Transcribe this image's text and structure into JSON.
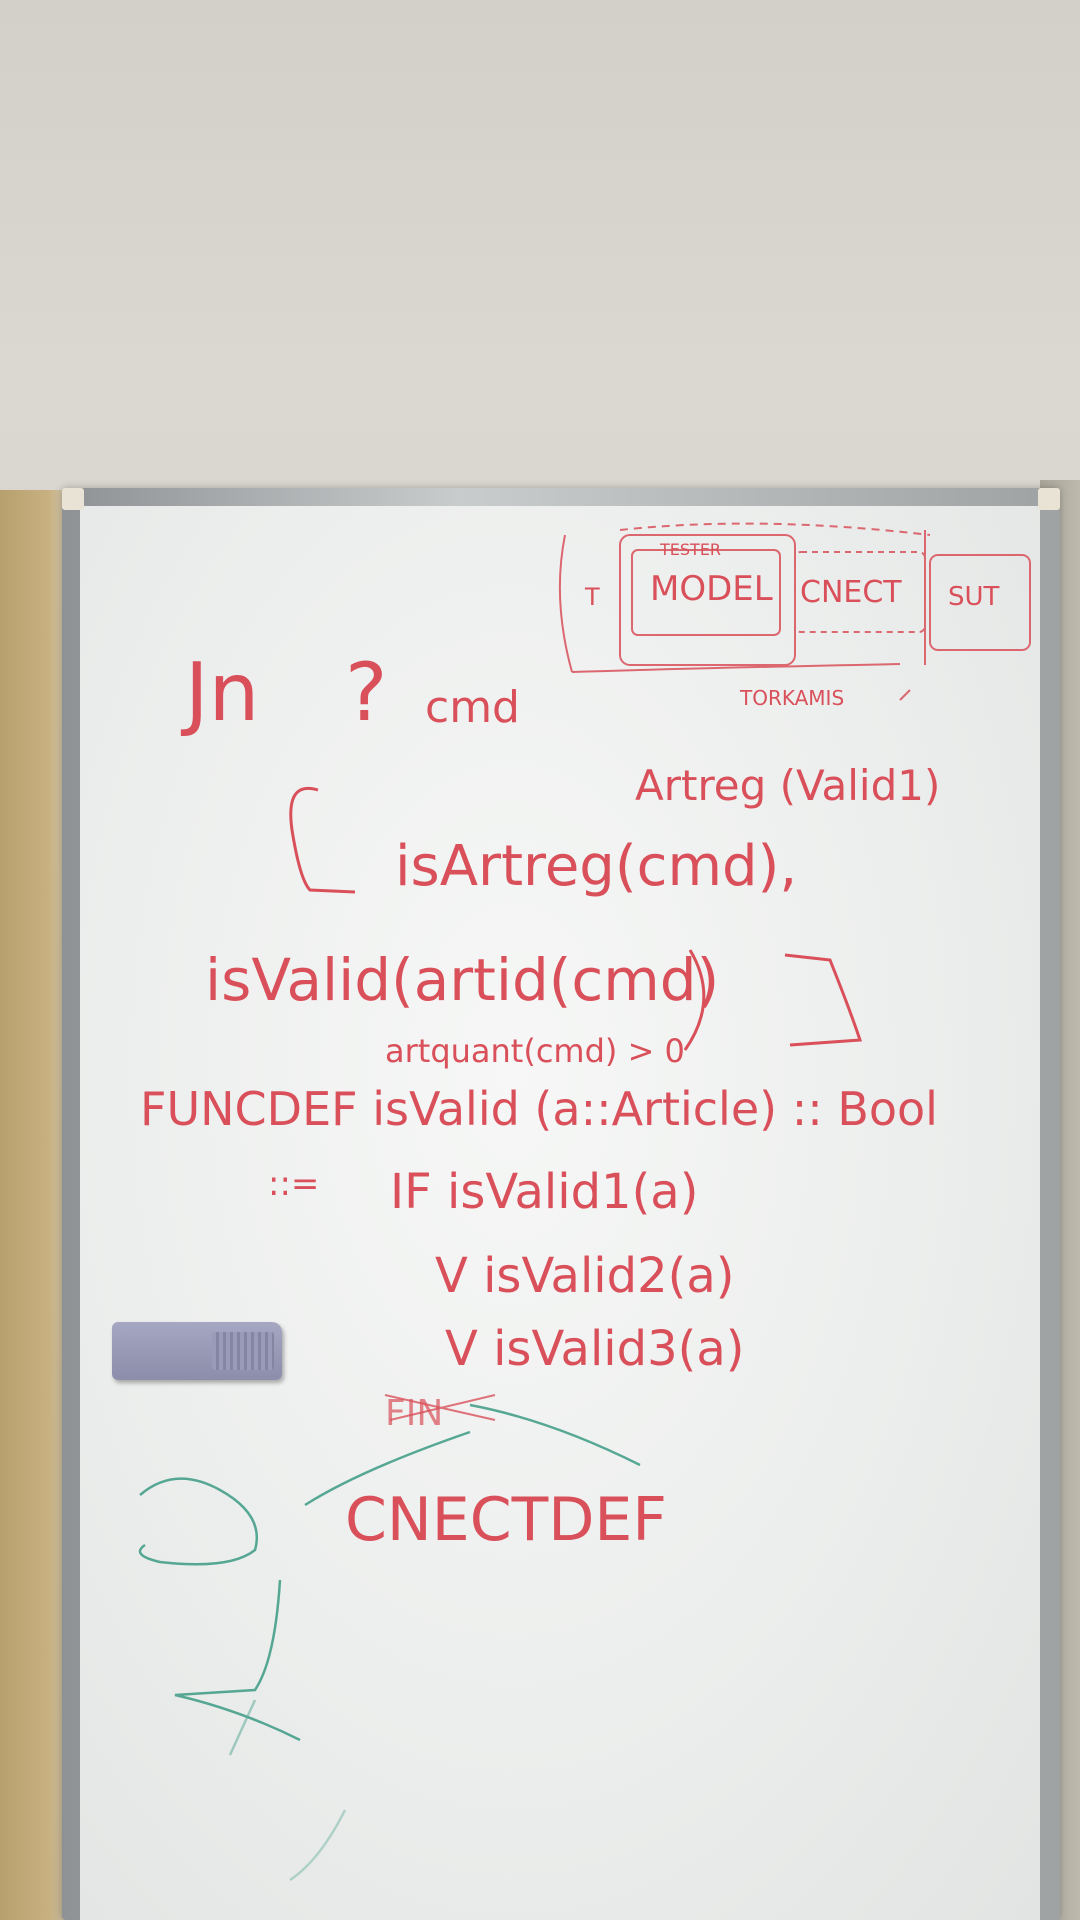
{
  "whiteboard": {
    "lines": {
      "tester": "TESTER",
      "model": "MODEL",
      "cnect": "CNECT",
      "sut": "SUT",
      "plus": "T",
      "torkamis": "TORKAMIS",
      "jn": "Jn",
      "question": "?",
      "cmd": "cmd",
      "artreg_valid": "Artreg (Valid1)",
      "is_artreg": "isArtreg(cmd),",
      "is_valid_call": "isValid(artid(cmd)",
      "artquant": "artquant(cmd) > 0",
      "funcdef": "FUNCDEF isValid (a::Article) :: Bool",
      "defeq": "::=",
      "if_line": "IF isValid1(a)",
      "or_line_2": "V isValid2(a)",
      "or_line_3": "V isValid3(a)",
      "fin": "FIN",
      "cnectdef": "CNECTDEF"
    }
  },
  "colors": {
    "red_marker": "#d9505a",
    "green_marker": "#3a9a84"
  }
}
